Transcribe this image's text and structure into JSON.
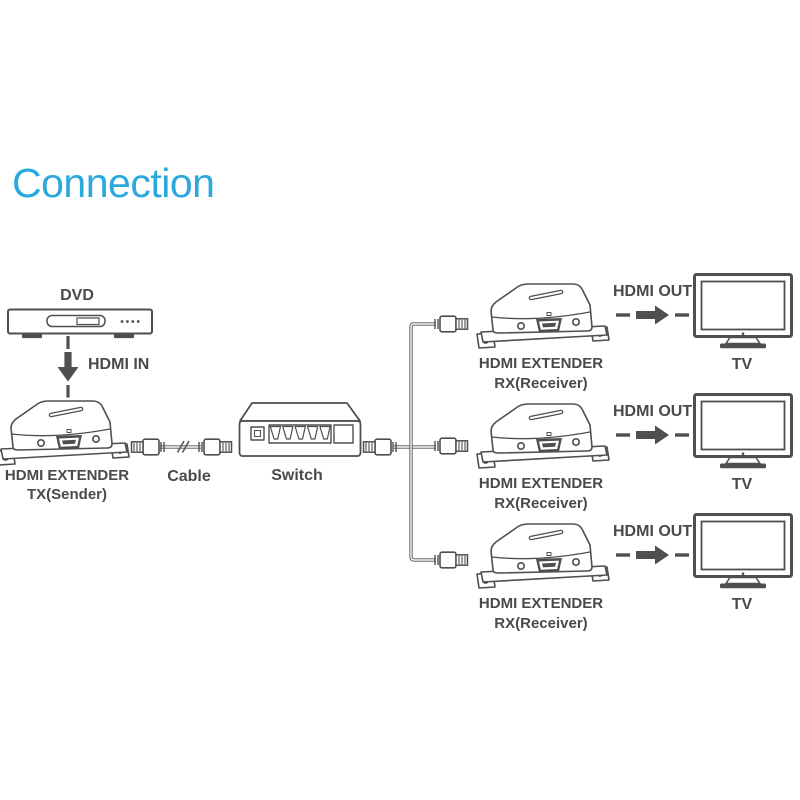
{
  "title": "Connection",
  "colors": {
    "accent": "#2BA9DE",
    "ink": "#4a4a4a",
    "line": "#4f4f4f"
  },
  "dvd": {
    "label": "DVD"
  },
  "hdmi_in": {
    "label": "HDMI IN"
  },
  "tx": {
    "line1": "HDMI EXTENDER",
    "line2": "TX(Sender)"
  },
  "cable": {
    "label": "Cable"
  },
  "switch": {
    "label": "Switch"
  },
  "rows": [
    {
      "rx_line1": "HDMI EXTENDER",
      "rx_line2": "RX(Receiver)",
      "hdmi_out": "HDMI OUT",
      "tv": "TV"
    },
    {
      "rx_line1": "HDMI EXTENDER",
      "rx_line2": "RX(Receiver)",
      "hdmi_out": "HDMI OUT",
      "tv": "TV"
    },
    {
      "rx_line1": "HDMI EXTENDER",
      "rx_line2": "RX(Receiver)",
      "hdmi_out": "HDMI OUT",
      "tv": "TV"
    }
  ]
}
